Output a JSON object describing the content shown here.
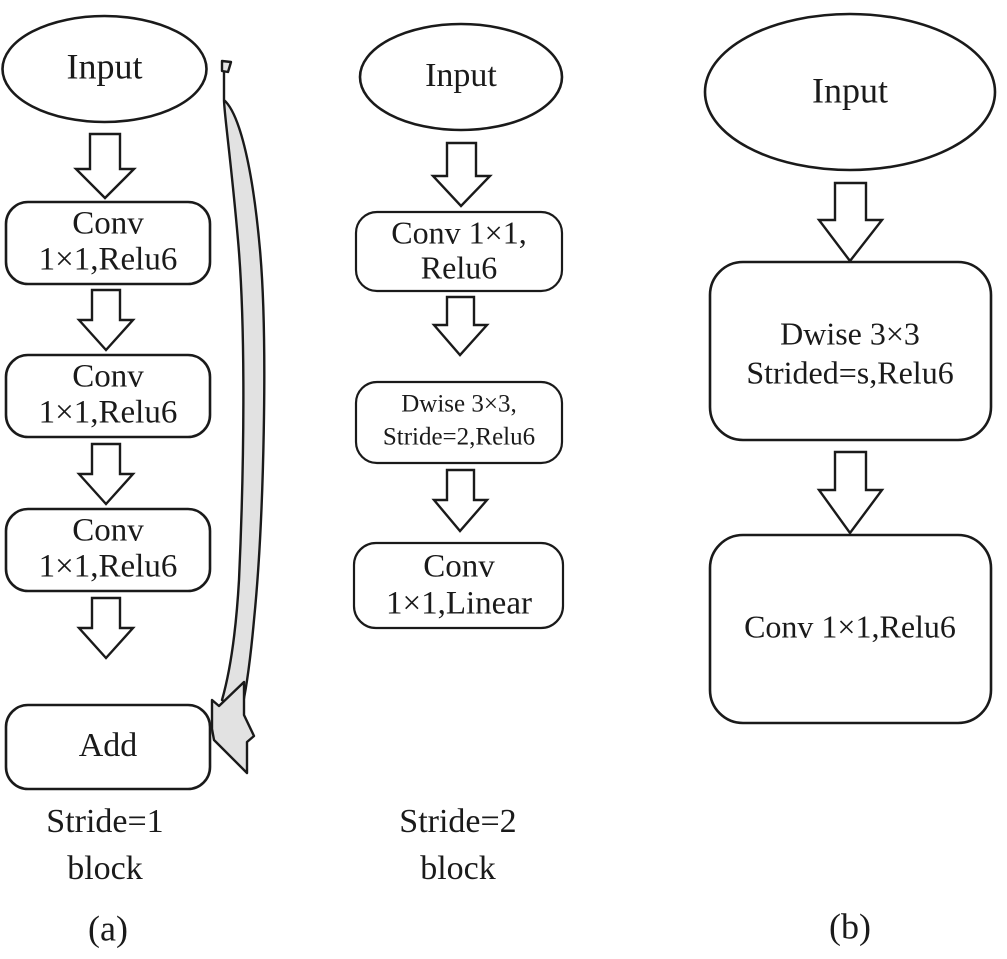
{
  "figure": {
    "title": "Inverted residual block diagrams",
    "background_color": "#ffffff",
    "stroke_color": "#1a1a1a",
    "skip_arrow_fill": "#e2e2e2",
    "node_fill": "#ffffff"
  },
  "panels": [
    {
      "id": "panel-a",
      "caption": "(a)",
      "sublabel_line1": "Stride=1",
      "sublabel_line2": "block",
      "nodes": [
        {
          "id": "a-input",
          "shape": "ellipse",
          "lines": [
            "Input"
          ]
        },
        {
          "id": "a-conv1",
          "shape": "rounded-rect",
          "lines": [
            "Conv",
            "1×1,Relu6"
          ]
        },
        {
          "id": "a-conv2",
          "shape": "rounded-rect",
          "lines": [
            "Conv",
            "1×1,Relu6"
          ]
        },
        {
          "id": "a-conv3",
          "shape": "rounded-rect",
          "lines": [
            "Conv",
            "1×1,Relu6"
          ]
        },
        {
          "id": "a-add",
          "shape": "rounded-rect",
          "lines": [
            "Add"
          ]
        }
      ],
      "connectors": [
        {
          "id": "a-arrow-1",
          "type": "block-arrow-down",
          "from": "a-input",
          "to": "a-conv1"
        },
        {
          "id": "a-arrow-2",
          "type": "block-arrow-down",
          "from": "a-conv1",
          "to": "a-conv2"
        },
        {
          "id": "a-arrow-3",
          "type": "block-arrow-down",
          "from": "a-conv2",
          "to": "a-conv3"
        },
        {
          "id": "a-arrow-4",
          "type": "block-arrow-down",
          "from": "a-conv3",
          "to": "a-add"
        },
        {
          "id": "a-skip",
          "type": "curved-skip-arrow",
          "from": "a-input",
          "to": "a-add"
        }
      ]
    },
    {
      "id": "panel-b-middle",
      "caption": "",
      "sublabel_line1": "Stride=2",
      "sublabel_line2": "block",
      "nodes": [
        {
          "id": "m-input",
          "shape": "ellipse",
          "lines": [
            "Input"
          ]
        },
        {
          "id": "m-conv1",
          "shape": "rounded-rect",
          "lines": [
            "Conv 1×1,",
            "Relu6"
          ]
        },
        {
          "id": "m-dwise",
          "shape": "rounded-rect",
          "lines": [
            "Dwise 3×3,",
            "Stride=2,Relu6"
          ]
        },
        {
          "id": "m-conv2",
          "shape": "rounded-rect",
          "lines": [
            "Conv",
            "1×1,Linear"
          ]
        }
      ],
      "connectors": [
        {
          "id": "m-arrow-1",
          "type": "block-arrow-down",
          "from": "m-input",
          "to": "m-conv1"
        },
        {
          "id": "m-arrow-2",
          "type": "block-arrow-down",
          "from": "m-conv1",
          "to": "m-dwise"
        },
        {
          "id": "m-arrow-3",
          "type": "block-arrow-down",
          "from": "m-dwise",
          "to": "m-conv2"
        }
      ]
    },
    {
      "id": "panel-b",
      "caption": "(b)",
      "sublabel_line1": "",
      "sublabel_line2": "",
      "nodes": [
        {
          "id": "r-input",
          "shape": "ellipse",
          "lines": [
            "Input"
          ]
        },
        {
          "id": "r-dwise",
          "shape": "rounded-rect",
          "lines": [
            "Dwise 3×3",
            "Strided=s,Relu6"
          ]
        },
        {
          "id": "r-conv",
          "shape": "rounded-rect",
          "lines": [
            "Conv 1×1,Relu6"
          ]
        }
      ],
      "connectors": [
        {
          "id": "r-arrow-1",
          "type": "block-arrow-down",
          "from": "r-input",
          "to": "r-dwise"
        },
        {
          "id": "r-arrow-2",
          "type": "block-arrow-down",
          "from": "r-dwise",
          "to": "r-conv"
        }
      ]
    }
  ],
  "labels": {
    "a_input": "Input",
    "a_conv1_l1": "Conv",
    "a_conv1_l2": "1×1,Relu6",
    "a_conv2_l1": "Conv",
    "a_conv2_l2": "1×1,Relu6",
    "a_conv3_l1": "Conv",
    "a_conv3_l2": "1×1,Relu6",
    "a_add": "Add",
    "a_sub1": "Stride=1",
    "a_sub2": "block",
    "a_caption": "(a)",
    "m_input": "Input",
    "m_conv1_l1": "Conv 1×1,",
    "m_conv1_l2": "Relu6",
    "m_dwise_l1": "Dwise 3×3,",
    "m_dwise_l2": "Stride=2,Relu6",
    "m_conv2_l1": "Conv",
    "m_conv2_l2": "1×1,Linear",
    "m_sub1": "Stride=2",
    "m_sub2": "block",
    "r_input": "Input",
    "r_dwise_l1": "Dwise 3×3",
    "r_dwise_l2": "Strided=s,Relu6",
    "r_conv": "Conv 1×1,Relu6",
    "r_caption": "(b)"
  }
}
